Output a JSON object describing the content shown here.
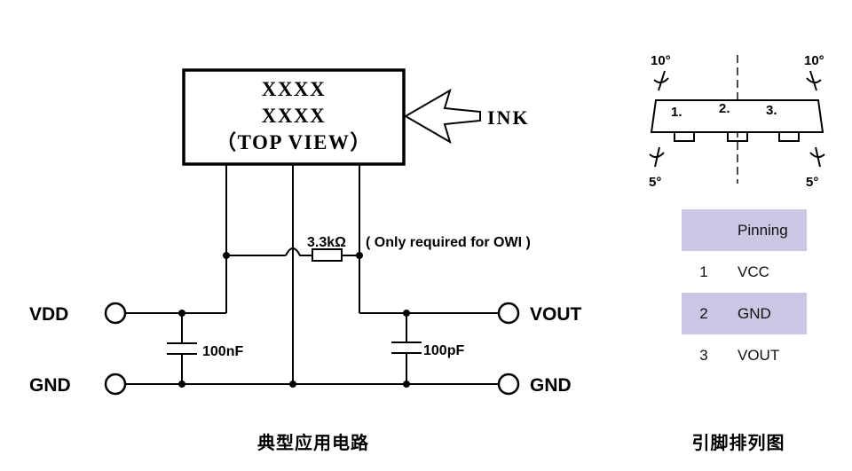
{
  "colors": {
    "table_band": "#c9c7e3",
    "line": "#000000"
  },
  "circuit": {
    "chip_line1": "XXXX",
    "chip_line2": "XXXX",
    "chip_line3": "（TOP VIEW）",
    "ink_label": "INK",
    "resistor_label": "3.3kΩ",
    "owi_note": "( Only required for OWI )",
    "cap1_label": "100nF",
    "cap2_label": "100pF",
    "vdd_label": "VDD",
    "gnd_left_label": "GND",
    "vout_label": "VOUT",
    "gnd_right_label": "GND",
    "caption": "典型应用电路"
  },
  "package": {
    "angle_top_left": "10°",
    "angle_top_right": "10°",
    "angle_bottom_left": "5°",
    "angle_bottom_right": "5°",
    "pin1": "1.",
    "pin2": "2.",
    "pin3": "3.",
    "caption": "引脚排列图"
  },
  "pin_table": {
    "header": "Pinning",
    "rows": [
      {
        "num": "1",
        "name": "VCC"
      },
      {
        "num": "2",
        "name": "GND"
      },
      {
        "num": "3",
        "name": "VOUT"
      }
    ]
  }
}
